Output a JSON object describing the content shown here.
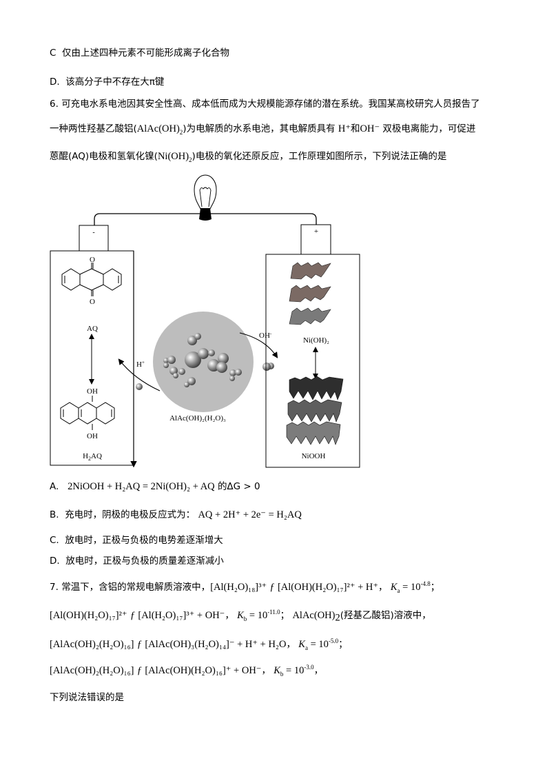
{
  "prev_question": {
    "option_c": {
      "letter": "C",
      "text": "仅由上述四种元素不可能形成离子化合物"
    },
    "option_d": {
      "letter": "D.",
      "text": "该高分子中不存在大π键"
    }
  },
  "q6": {
    "number": "6.",
    "stem_line1": "可充电水系电池因其安全性高、成本低而成为大规模能源存储的潜在系统。我国某高校研究人员报告了",
    "stem_line2_a": "一种两性羟基乙酸铝(",
    "stem_line2_formula": "AlAc(OH)",
    "stem_line2_sub": "2",
    "stem_line2_b": ")为电解质的水系电池，其电解质具有",
    "stem_line2_h": "H⁺",
    "stem_line2_and": "和",
    "stem_line2_oh": "OH⁻",
    "stem_line2_c": "双极电离能力，可促进",
    "stem_line3_a": "蒽醌(AQ)电极和氢氧化镍(",
    "stem_line3_formula": "Ni(OH)",
    "stem_line3_sub": "2",
    "stem_line3_b": ")电极的氧化还原反应，工作原理如图所示，下列说法正确的是",
    "diagram": {
      "neg_terminal": "-",
      "pos_terminal": "+",
      "aq_label": "AQ",
      "oxygen": "O",
      "oh": "OH",
      "h2aq_label_h": "H",
      "h2aq_label_sub": "2",
      "h2aq_label_rest": "AQ",
      "h_ion": "H",
      "h_ion_sup": "+",
      "oh_ion": "OH",
      "oh_ion_sup": "-",
      "electrolyte_label": "AlAc(OH)₂(H₂O)₃",
      "nioh2_label": "Ni(OH)₂",
      "niooh_label": "NiOOH",
      "colors": {
        "electrolyte_circle": "#bdbdbd",
        "nioh2_layer": "#7b6a64",
        "nioh2_bottom": "#7a7a7a",
        "niooh_top": "#2e2e2e",
        "niooh_mid": "#5e5e5e",
        "niooh_bottom": "#7c7c7c"
      }
    },
    "options": {
      "a": {
        "letter": "A.",
        "eq": "2NiOOH + H₂AQ = 2Ni(OH)₂ + AQ",
        "suffix": "的ΔG > 0"
      },
      "b": {
        "letter": "B.",
        "text": "充电时，阴极的电极反应式为：",
        "eq": "AQ + 2H⁺ + 2e⁻ = H₂AQ"
      },
      "c": {
        "letter": "C.",
        "text": "放电时，正极与负极的电势差逐渐增大"
      },
      "d": {
        "letter": "D.",
        "text": "放电时，正极与负极的质量差逐渐减小"
      }
    }
  },
  "q7": {
    "number": "7.",
    "intro": "常温下，含铝的常规电解质溶液中，",
    "eq1": {
      "lhs": "[Al(H₂O)₁₈]³⁺",
      "rhs": "[Al(OH)(H₂O)₁₇]²⁺ + H⁺",
      "k": "Ka = 10^-4.8",
      "k_sym": "K",
      "k_sub": "a",
      "k_exp": "-4.8",
      "end": "；"
    },
    "eq2": {
      "lhs": "[Al(OH)(H₂O)₁₇]²⁺",
      "rhs": "[Al(H₂O)₁₇]³⁺ + OH⁻",
      "k_sym": "K",
      "k_sub": "b",
      "k_exp": "-11.0",
      "end": "；"
    },
    "eq2_tail": "(羟基乙酸铝)溶液中，",
    "eq3": {
      "lhs": "[AlAc(OH)₂(H₂O)₁₆]",
      "rhs": "[AlAc(OH)₃(H₂O)₁₄]⁻ + H⁺ + H₂O",
      "k_sym": "K",
      "k_sub": "a",
      "k_exp": "-5.0",
      "end": "；"
    },
    "eq4": {
      "lhs": "[AlAc(OH)₂(H₂O)₁₆]",
      "rhs": "[AlAc(OH)(H₂O)₁₆]⁺ + OH⁻",
      "k_sym": "K",
      "k_sub": "b",
      "k_exp": "-3.0",
      "end": "，"
    },
    "arrow_glyph": "ƒ",
    "question": "下列说法错误的是"
  }
}
